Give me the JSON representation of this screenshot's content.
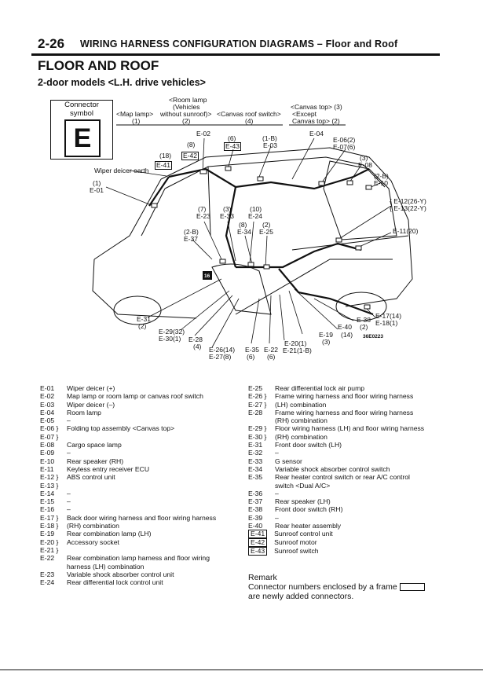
{
  "header": {
    "page_number": "2-26",
    "title": "WIRING HARNESS CONFIGURATION DIAGRAMS – Floor and Roof"
  },
  "section_title": "FLOOR AND ROOF",
  "subtitle": "2-door models <L.H. drive vehicles>",
  "connector_box": {
    "line1": "Connector",
    "line2": "symbol",
    "letter": "E"
  },
  "callouts": {
    "room_lamp": "<Room lamp",
    "vehicles": "(Vehicles",
    "without_sunroof": "without sunroof)>",
    "map_lamp": "<Map lamp>",
    "canvas_roof_switch": "<Canvas roof switch>",
    "n1": "(1)",
    "n2": "(2)",
    "n4": "(4)",
    "canvas_top3": "<Canvas top> (3)",
    "except": "<Except",
    "canvas_top2": "Canvas top> (2)",
    "wiper_earth": "Wiper deicer earth",
    "code_note": "36E0223"
  },
  "labels": [
    "E-02",
    "(8)",
    "(6)",
    "(1-B)",
    "E-43",
    "E-03",
    "E-04",
    "E-06(2)",
    "E-07(6)",
    "(18)",
    "E-42",
    "E-41",
    "(3)",
    "E-08",
    "(1)",
    "E-01",
    "(2-B)",
    "E-10",
    "(7)",
    "(3)",
    "(10)",
    "E-23",
    "E-33",
    "E-24",
    "(8)",
    "(2)",
    "E-34",
    "E-25",
    "(2-B)",
    "E-37",
    "{ E-12(26-Y)",
    "{ E-13(22-Y)",
    "E-11(20)",
    "E-31",
    "(2)",
    "E-29(32)",
    "E-30(1)",
    "E-28",
    "(4)",
    "E-26(14)",
    "E-27(8)",
    "E-35",
    "(6)",
    "E-22",
    "(6)",
    "E-20(1)",
    "E-21(1-B)",
    "(3)",
    "E-19",
    "(14)",
    "E-40",
    "(2)",
    "E-38",
    "E-17(14)",
    "E-18(1)",
    "16"
  ],
  "legend_left": [
    {
      "code": "E-01",
      "text": "Wiper deicer (+)"
    },
    {
      "code": "E-02",
      "text": "Map lamp or room lamp or canvas roof switch"
    },
    {
      "code": "E-03",
      "text": "Wiper deicer (–)"
    },
    {
      "code": "E-04",
      "text": "Room lamp"
    },
    {
      "code": "E-05",
      "text": "–"
    },
    {
      "code": "E-06 }",
      "text": "Folding top assembly <Canvas top>"
    },
    {
      "code": "E-07 }",
      "text": ""
    },
    {
      "code": "E-08",
      "text": "Cargo space lamp"
    },
    {
      "code": "E-09",
      "text": "–"
    },
    {
      "code": "E-10",
      "text": "Rear speaker (RH)"
    },
    {
      "code": "E-11",
      "text": "Keyless entry receiver ECU"
    },
    {
      "code": "E-12 }",
      "text": "ABS control unit"
    },
    {
      "code": "E-13 }",
      "text": ""
    },
    {
      "code": "E-14",
      "text": "–"
    },
    {
      "code": "E-15",
      "text": "–"
    },
    {
      "code": "E-16",
      "text": "–"
    },
    {
      "code": "E-17 }",
      "text": "Back door wiring harness and floor wiring harness"
    },
    {
      "code": "E-18 }",
      "text": "(RH) combination"
    },
    {
      "code": "E-19",
      "text": "Rear combination lamp (LH)"
    },
    {
      "code": "E-20 }",
      "text": "Accessory socket"
    },
    {
      "code": "E-21 }",
      "text": ""
    },
    {
      "code": "E-22",
      "text": "Rear combination lamp harness and floor wiring"
    },
    {
      "code": "",
      "text": "harness (LH) combination"
    },
    {
      "code": "E-23",
      "text": "Variable shock absorber control unit"
    },
    {
      "code": "E-24",
      "text": "Rear differential lock control unit"
    }
  ],
  "legend_right": [
    {
      "code": "E-25",
      "text": "Rear differential lock air pump",
      "boxed": false
    },
    {
      "code": "E-26 }",
      "text": "Frame wiring harness and floor wiring harness",
      "boxed": false
    },
    {
      "code": "E-27 }",
      "text": "(LH) combination",
      "boxed": false
    },
    {
      "code": "E-28",
      "text": "Frame wiring harness and floor wiring harness",
      "boxed": false
    },
    {
      "code": "",
      "text": "(RH) combination",
      "boxed": false
    },
    {
      "code": "E-29 }",
      "text": "Floor wiring harness (LH) and floor wiring harness",
      "boxed": false
    },
    {
      "code": "E-30 }",
      "text": "(RH) combination",
      "boxed": false
    },
    {
      "code": "E-31",
      "text": "Front door switch (LH)",
      "boxed": false
    },
    {
      "code": "E-32",
      "text": "–",
      "boxed": false
    },
    {
      "code": "E-33",
      "text": "G sensor",
      "boxed": false
    },
    {
      "code": "E-34",
      "text": "Variable shock absorber control switch",
      "boxed": false
    },
    {
      "code": "E-35",
      "text": "Rear heater control switch or rear A/C control",
      "boxed": false
    },
    {
      "code": "",
      "text": "switch <Dual A/C>",
      "boxed": false
    },
    {
      "code": "E-36",
      "text": "–",
      "boxed": false
    },
    {
      "code": "E-37",
      "text": "Rear speaker (LH)",
      "boxed": false
    },
    {
      "code": "E-38",
      "text": "Front door switch (RH)",
      "boxed": false
    },
    {
      "code": "E-39",
      "text": "–",
      "boxed": false
    },
    {
      "code": "E-40",
      "text": "Rear heater assembly",
      "boxed": false
    },
    {
      "code": "E-41",
      "text": "Sunroof control unit",
      "boxed": true
    },
    {
      "code": "E-42",
      "text": "Sunroof motor",
      "boxed": true
    },
    {
      "code": "E-43",
      "text": "Sunroof switch",
      "boxed": true
    }
  ],
  "remark": {
    "title": "Remark",
    "line1": "Connector numbers enclosed by a frame",
    "line2": "are newly added connectors."
  }
}
